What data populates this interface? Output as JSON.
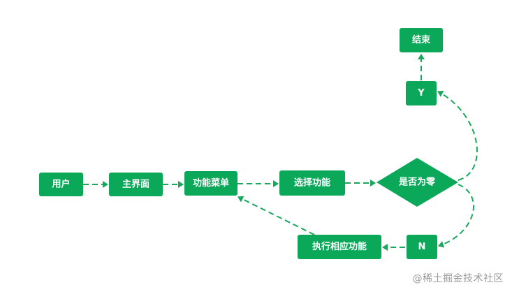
{
  "colors": {
    "node_fill": "#0aa858",
    "edge": "#17a85b",
    "text": "#ffffff",
    "watermark": "#9a9a9a"
  },
  "nodes": {
    "user": "用户",
    "main_ui": "主界面",
    "function_menu": "功能菜单",
    "select_function": "选择功能",
    "is_zero": "是否为零",
    "yes": "Y",
    "end": "结束",
    "no": "N",
    "execute_function": "执行相应功能"
  },
  "watermark": "@稀土掘金技术社区"
}
